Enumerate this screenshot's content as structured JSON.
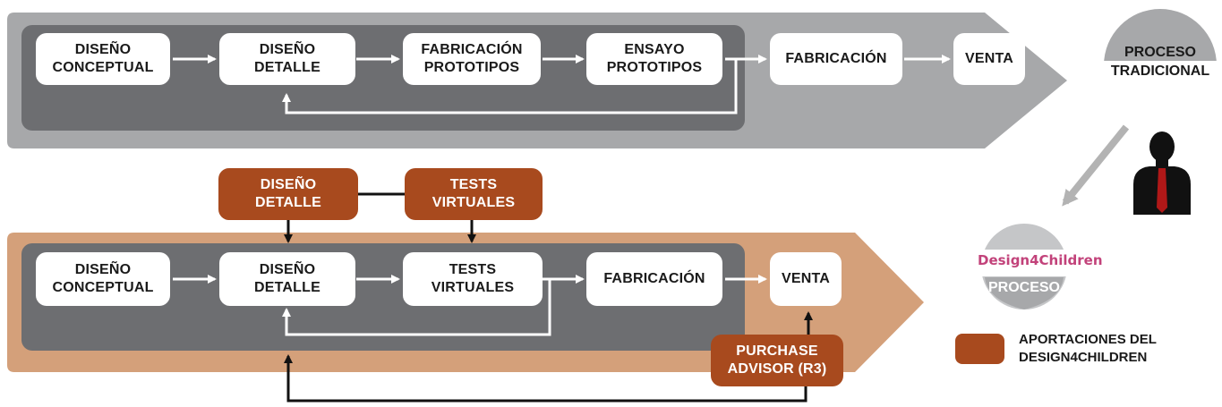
{
  "traditional": {
    "boxes": [
      "DISEÑO\nCONCEPTUAL",
      "DISEÑO\nDETALLE",
      "FABRICACIÓN\nPROTOTIPOS",
      "ENSAYO\nPROTOTIPOS",
      "FABRICACIÓN",
      "VENTA"
    ],
    "label": "PROCESO\nTRADICIONAL"
  },
  "d4c": {
    "boxes": [
      "DISEÑO\nCONCEPTUAL",
      "DISEÑO\nDETALLE",
      "TESTS\nVIRTUALES",
      "FABRICACIÓN",
      "VENTA"
    ],
    "contributions": [
      "DISEÑO\nDETALLE",
      "TESTS\nVIRTUALES",
      "PURCHASE\nADVISOR (R3)"
    ],
    "logo": "Design4Children",
    "label": "PROCESO"
  },
  "legend": {
    "text": "APORTACIONES DEL\nDESIGN4CHILDREN"
  },
  "colors": {
    "traditional_band": "#a7a8aa",
    "inner_panel": "#6d6e71",
    "d4c_band": "#d4a07a",
    "contribution": "#a84a1e"
  }
}
